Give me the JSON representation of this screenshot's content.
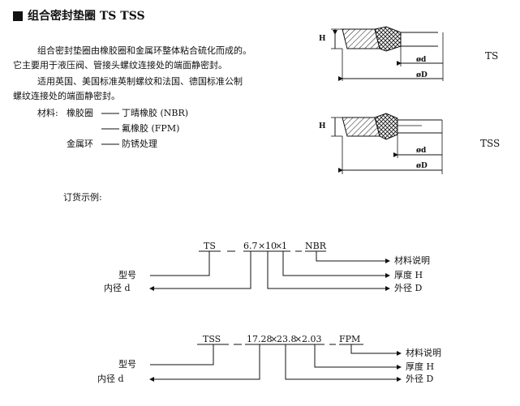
{
  "header": {
    "title": "组合密封垫圈   TS TSS"
  },
  "body_text": {
    "p1_line1": "组合密封垫圈由橡胶圈和金属环整体粘合硫化而成的。",
    "p1_line2": "它主要用于液压阀、管接头螺纹连接处的端面静密封。",
    "p2_line1": "适用英国、美国标准英制螺纹和法国、德国标准公制",
    "p2_line2": "螺纹连接处的端面静密封。",
    "mat_label": "材料:",
    "mat_rubber": "橡胶圈",
    "mat_nbr": "丁晴橡胶 (NBR)",
    "mat_fpm": "氟橡胶 (FPM)",
    "mat_metal": "金属环",
    "mat_metal_desc": "防锈处理"
  },
  "drawings": {
    "ts_label": "TS",
    "tss_label": "TSS",
    "dim_h": "H",
    "dim_d": "ød",
    "dim_D": "øD"
  },
  "order": {
    "heading": "订货示例:",
    "ex1": {
      "type": "TS",
      "d": "6.7",
      "D": "10",
      "H": "1",
      "mat": "NBR",
      "sep": "×"
    },
    "ex2": {
      "type": "TSS",
      "d": "17.28",
      "D": "23.8",
      "H": "2.03",
      "mat": "FPM",
      "sep": "×"
    },
    "labels": {
      "model": "型号",
      "inner_d": "内径 d",
      "material_note": "材料说明",
      "thickness": "厚度 H",
      "outer_d": "外径 D"
    }
  }
}
